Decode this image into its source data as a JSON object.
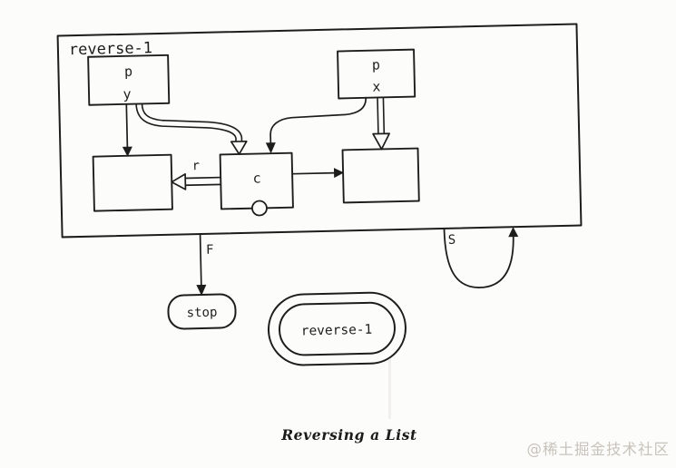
{
  "diagram": {
    "frame_label": "reverse-1",
    "boxes": {
      "py": {
        "top": "p",
        "bottom": "y"
      },
      "px": {
        "top": "p",
        "bottom": "x"
      },
      "cons": {
        "label": "c"
      }
    },
    "edge_labels": {
      "recurse_arg": "r",
      "false_branch": "F",
      "self_loop": "S"
    },
    "stop_label": "stop",
    "recursive_call_label": "reverse-1"
  },
  "caption": "Reversing a List",
  "watermark": "@稀土掘金技术社区",
  "colors": {
    "ink": "#1d1d1d",
    "paper": "#fcfcfa",
    "watermark_gray": "#c8c3bb"
  }
}
